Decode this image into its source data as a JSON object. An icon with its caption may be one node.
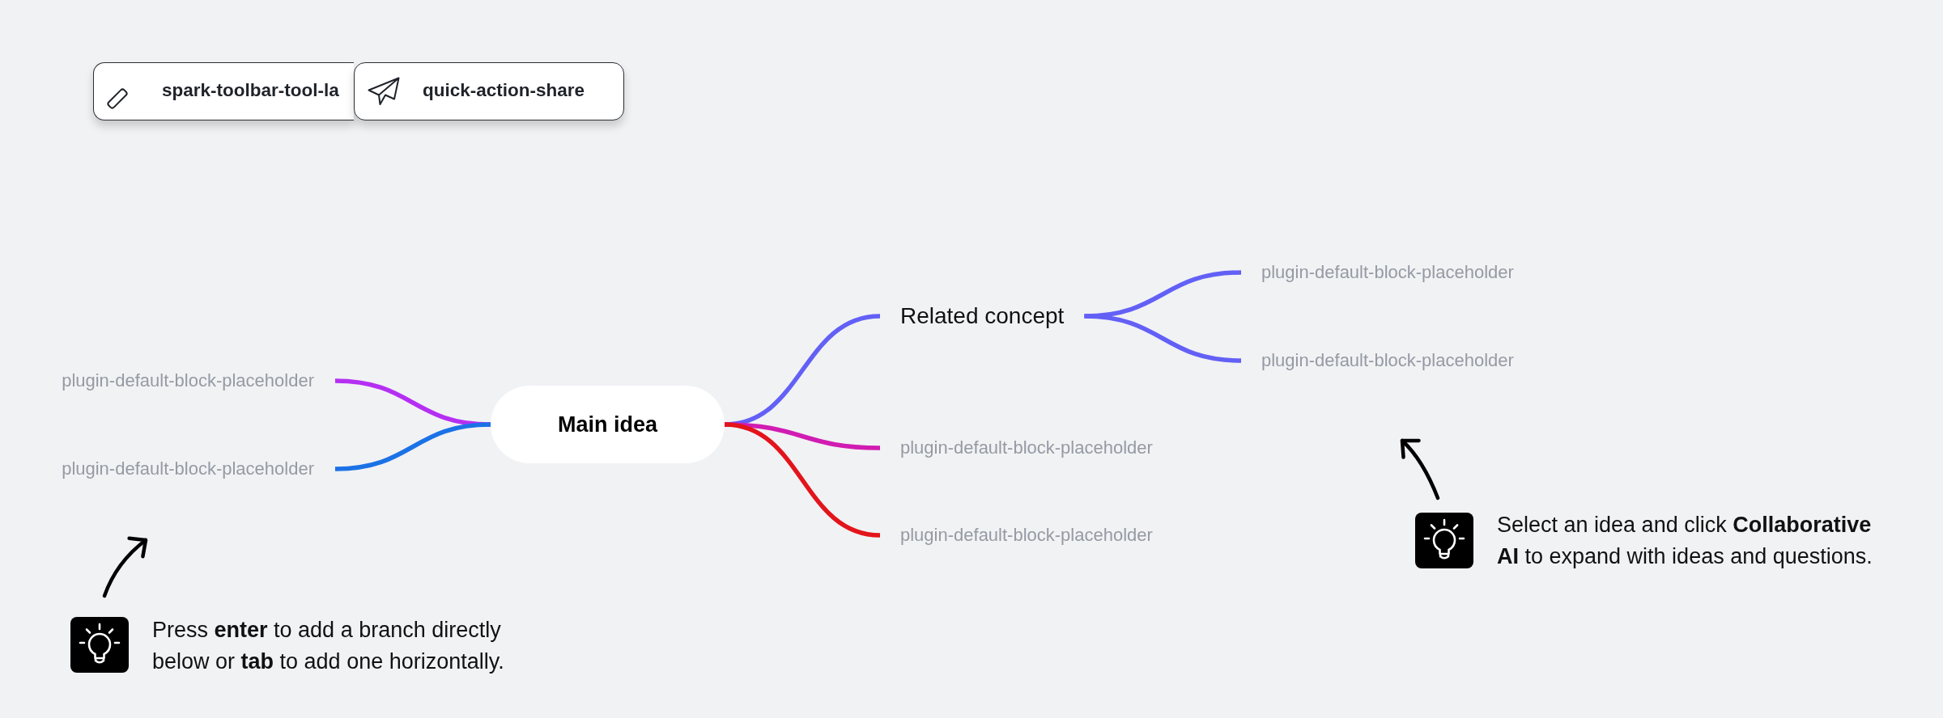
{
  "diagram": {
    "nodes": [
      {
        "text": [
          "spark-toolbar-tool-la"
        ]
      },
      {
        "text": [
          "quick-action-share"
        ]
      },
      {
        "text": [
          "Main idea"
        ]
      },
      {
        "text": [
          "Related concept"
        ]
      },
      {
        "text": [
          "plugin-default-block-placeholder"
        ]
      },
      {
        "text": [
          "plugin-default-block-placeholder"
        ]
      },
      {
        "text": [
          "plugin-default-block-placeholder"
        ]
      },
      {
        "text": [
          "plugin-default-block-placeholder"
        ]
      },
      {
        "text": [
          "plugin-default-block-placeholder"
        ]
      },
      {
        "text": [
          "plugin-default-block-placeholder"
        ]
      },
      {
        "text": [
          "Select an idea and click **Collaborative AI** to expand with ideas and questions."
        ]
      },
      {
        "text": [
          "Press **enter** to add a branch directly below or **tab** to add one horizontally."
        ]
      }
    ],
    "edges": [
      {
        "from": 2,
        "to": 3,
        "arrow": "none"
      },
      {
        "from": 3,
        "to": 4,
        "arrow": "none"
      },
      {
        "from": 3,
        "to": 5,
        "arrow": "none"
      },
      {
        "from": 2,
        "to": 6,
        "arrow": "none",
        "color": "#d11cb2"
      },
      {
        "from": 2,
        "to": 7,
        "arrow": "none",
        "color": "#e3141b"
      },
      {
        "from": 2,
        "to": 8,
        "arrow": "none",
        "color": "#b52ff3"
      },
      {
        "from": 2,
        "to": 9,
        "arrow": "none",
        "color": "#1b72e6"
      },
      {
        "from": 10,
        "to": 5,
        "arrow": "to",
        "color": "#000000"
      },
      {
        "from": 11,
        "to": 9,
        "arrow": "to",
        "color": "#000000"
      }
    ]
  }
}
